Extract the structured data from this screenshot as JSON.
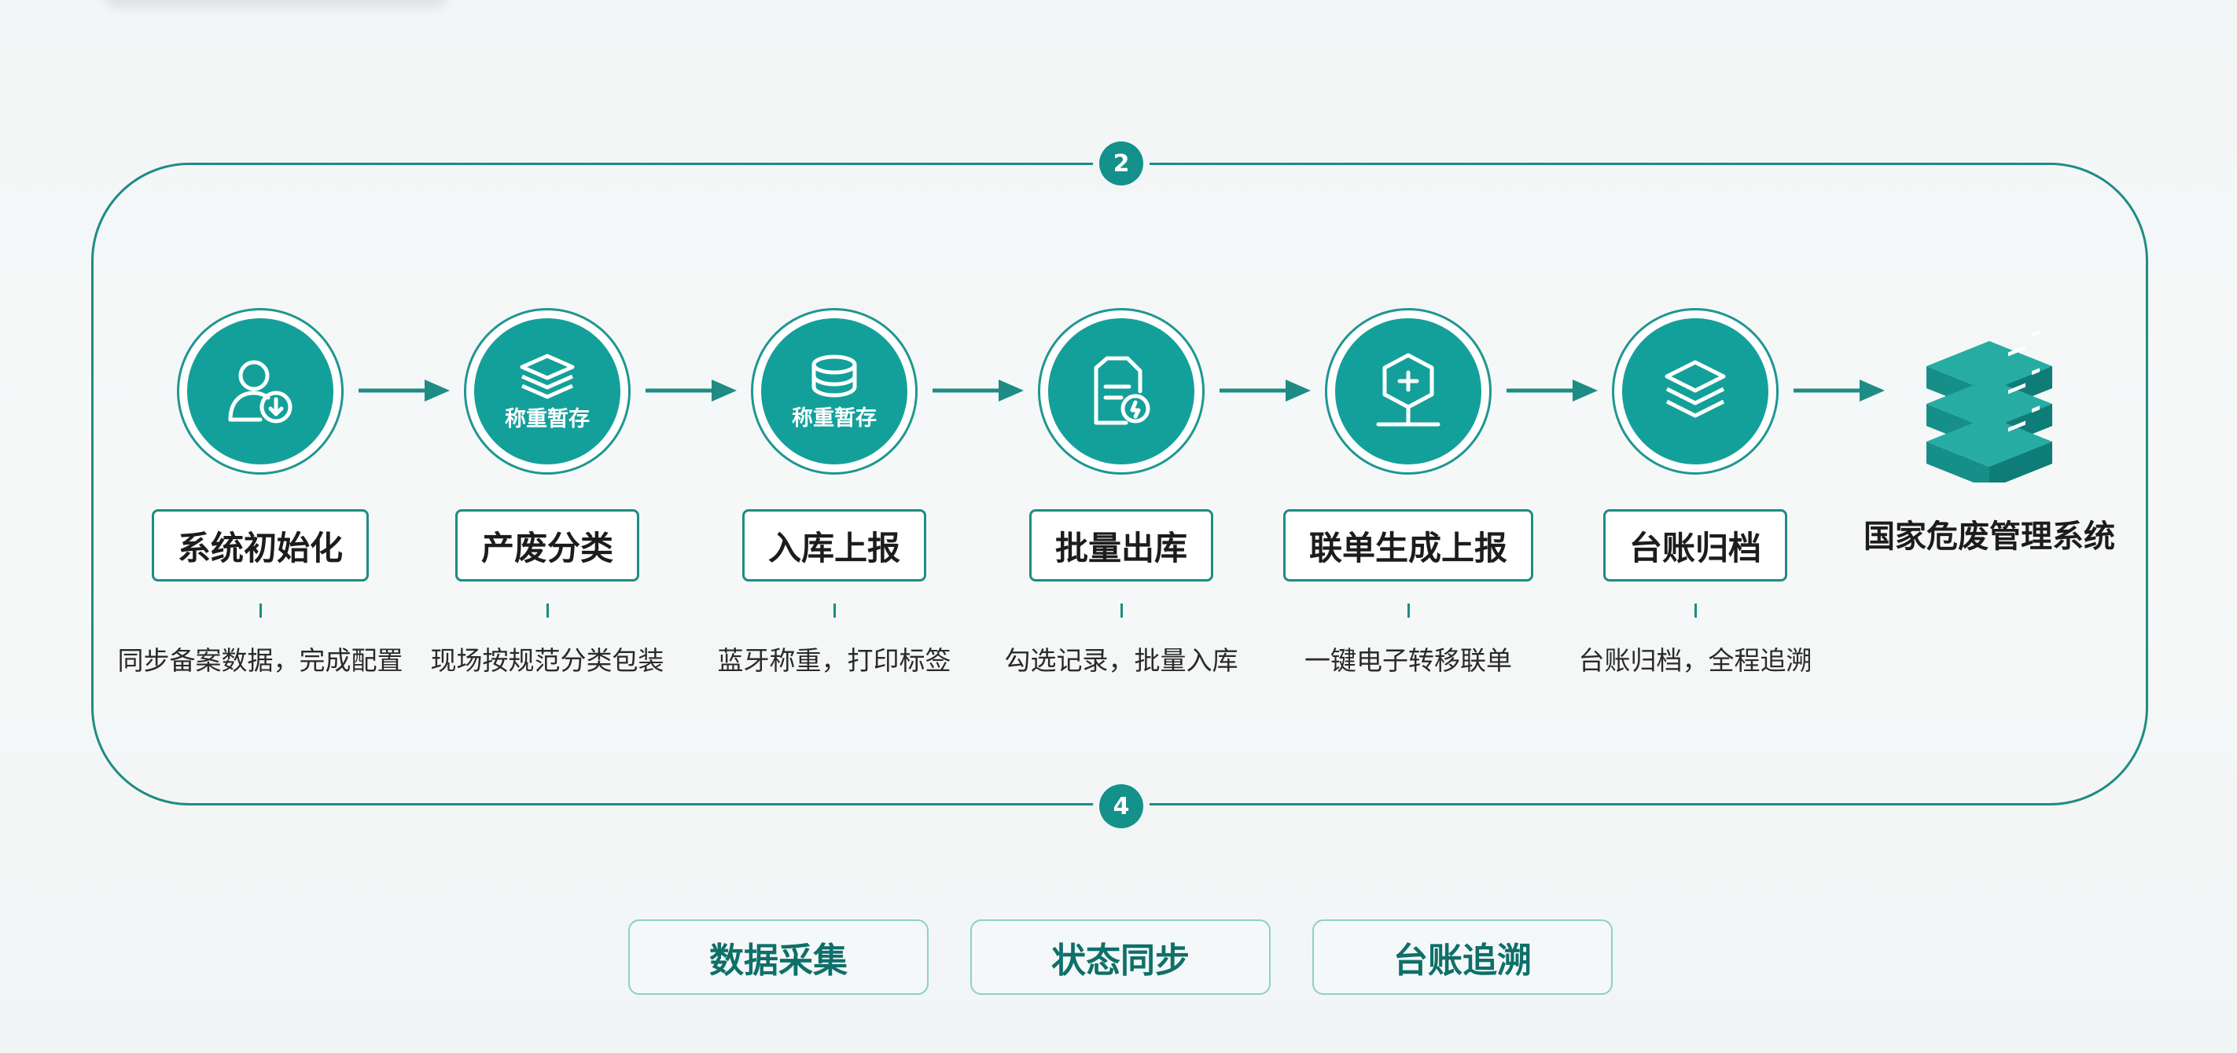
{
  "badges": {
    "top": "2",
    "bottom": "4"
  },
  "steps": [
    {
      "icon": "user-download-icon",
      "circle_text": "",
      "label": "系统初始化",
      "desc": "同步备案数据，完成配置"
    },
    {
      "icon": "stack-icon",
      "circle_text": "称重暂存",
      "label": "产废分类",
      "desc": "现场按规范分类包装"
    },
    {
      "icon": "coins-icon",
      "circle_text": "称重暂存",
      "label": "入库上报",
      "desc": "蓝牙称重，打印标签"
    },
    {
      "icon": "document-shield-icon",
      "circle_text": "",
      "label": "批量出库",
      "desc": "勾选记录，批量入库"
    },
    {
      "icon": "hexagon-plus-icon",
      "circle_text": "",
      "label": "联单生成上报",
      "desc": "一键电子转移联单"
    },
    {
      "icon": "layers-icon",
      "circle_text": "",
      "label": "台账归档",
      "desc": "台账归档，全程追溯"
    }
  ],
  "destination": {
    "icon": "server-stack-icon",
    "label": "国家危废管理系统"
  },
  "features": [
    "数据采集",
    "状态同步",
    "台账追溯"
  ],
  "colors": {
    "accent": "#14a09a",
    "frame": "#1e8c84",
    "pill_text": "#0f6f69"
  }
}
